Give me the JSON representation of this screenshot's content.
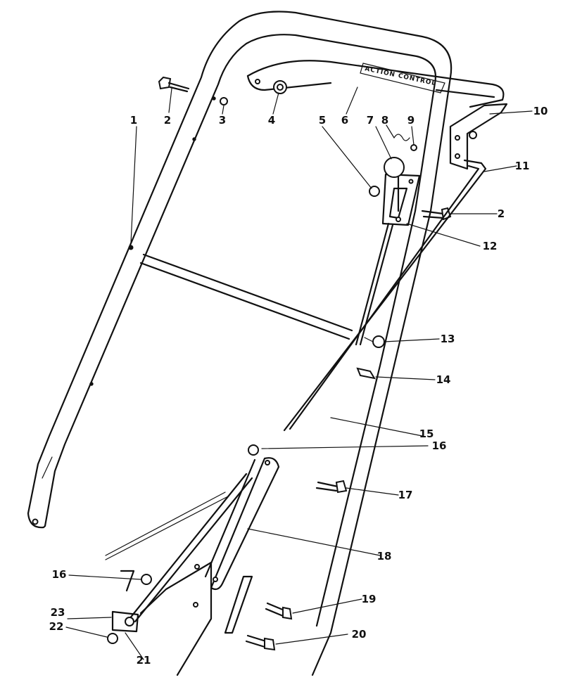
{
  "diagram": {
    "plate_text": "ACTION CONTROL",
    "callouts": [
      {
        "id": "c1",
        "label": "1"
      },
      {
        "id": "c2a",
        "label": "2"
      },
      {
        "id": "c3",
        "label": "3"
      },
      {
        "id": "c4",
        "label": "4"
      },
      {
        "id": "c5",
        "label": "5"
      },
      {
        "id": "c6",
        "label": "6"
      },
      {
        "id": "c7",
        "label": "7"
      },
      {
        "id": "c8",
        "label": "8"
      },
      {
        "id": "c9",
        "label": "9"
      },
      {
        "id": "c10",
        "label": "10"
      },
      {
        "id": "c11",
        "label": "11"
      },
      {
        "id": "c2b",
        "label": "2"
      },
      {
        "id": "c12",
        "label": "12"
      },
      {
        "id": "c13",
        "label": "13"
      },
      {
        "id": "c14",
        "label": "14"
      },
      {
        "id": "c15",
        "label": "15"
      },
      {
        "id": "c16a",
        "label": "16"
      },
      {
        "id": "c17",
        "label": "17"
      },
      {
        "id": "c18",
        "label": "18"
      },
      {
        "id": "c16b",
        "label": "16"
      },
      {
        "id": "c19",
        "label": "19"
      },
      {
        "id": "c20",
        "label": "20"
      },
      {
        "id": "c23",
        "label": "23"
      },
      {
        "id": "c22",
        "label": "22"
      },
      {
        "id": "c21",
        "label": "21"
      }
    ]
  }
}
